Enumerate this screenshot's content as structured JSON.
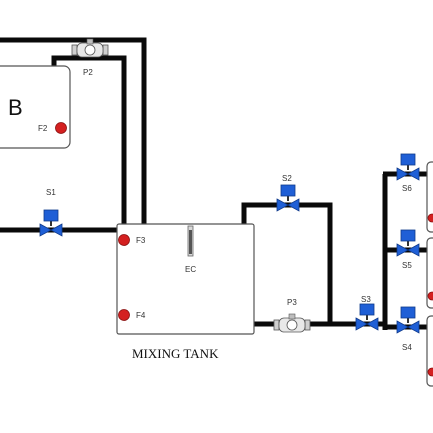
{
  "diagram": {
    "colors": {
      "pipe": "#0a0a0a",
      "valve": "#1f5fd6",
      "float_switch": "#d42020",
      "tank_fill": "#ffffff",
      "tank_border": "#555555",
      "pump_body": "#e8e8e8"
    },
    "tank_b": {
      "letter": "B",
      "float_switch": "F2"
    },
    "pump_p2": {
      "label": "P2"
    },
    "valve_s1": {
      "label": "S1"
    },
    "mixing_tank": {
      "caption": "MIXING TANK",
      "float_top": "F3",
      "float_bottom": "F4",
      "sensor": "EC"
    },
    "valve_s2": {
      "label": "S2"
    },
    "pump_p3": {
      "label": "P3"
    },
    "valve_s3": {
      "label": "S3"
    },
    "valve_s4": {
      "label": "S4"
    },
    "valve_s5": {
      "label": "S5"
    },
    "valve_s6": {
      "label": "S6"
    }
  }
}
